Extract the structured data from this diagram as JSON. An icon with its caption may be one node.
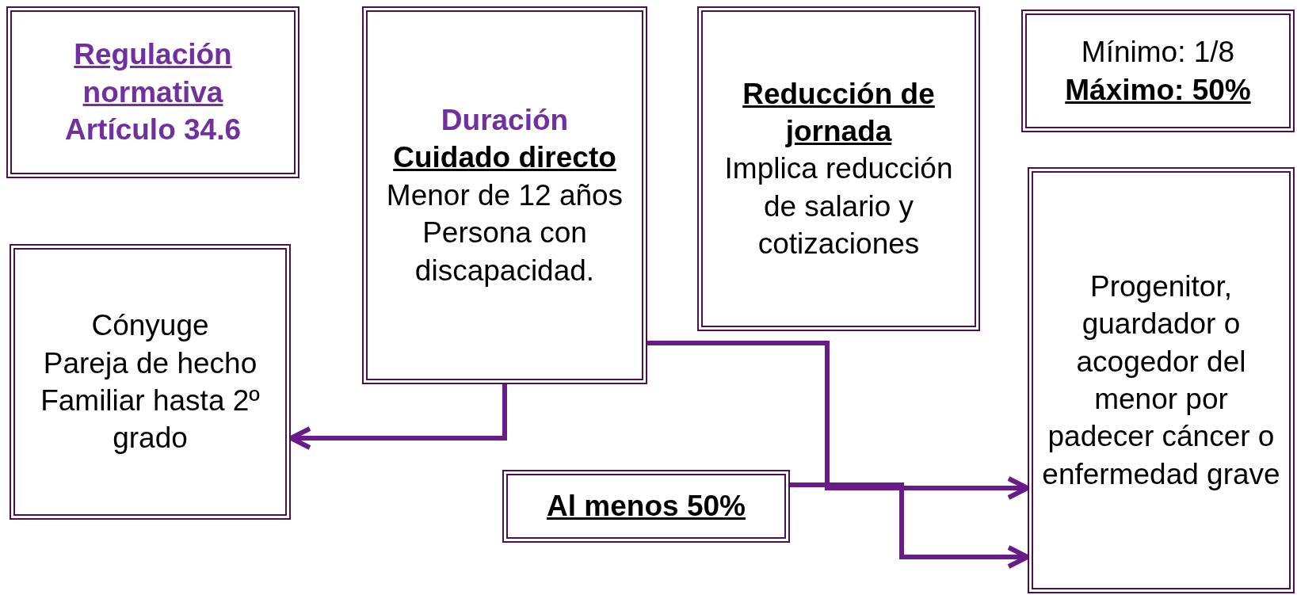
{
  "diagram": {
    "nodes": [
      {
        "text": [
          "Regulación normativa",
          "Artículo 34.6"
        ]
      },
      {
        "text": [
          "Duración",
          "Cuidado directo",
          "Menor de 12 años",
          "Persona con discapacidad."
        ]
      },
      {
        "text": [
          "Reducción de jornada",
          "Implica reducción de salario y cotizaciones"
        ]
      },
      {
        "text": [
          "Mínimo: 1/8",
          "Máximo: 50%"
        ]
      },
      {
        "text": [
          "Cónyuge",
          "Pareja de hecho",
          "Familiar hasta 2º grado"
        ]
      },
      {
        "text": [
          "Progenitor, guardador o acogedor del menor por padecer cáncer o enfermedad grave"
        ]
      },
      {
        "text": [
          "Al menos 50%"
        ]
      }
    ],
    "edges": [
      {
        "from": 1,
        "to": 4,
        "arrow": "to"
      },
      {
        "from": 1,
        "to": 5,
        "arrow": "to"
      },
      {
        "from": 6,
        "to": 5,
        "arrow": "to"
      }
    ]
  }
}
